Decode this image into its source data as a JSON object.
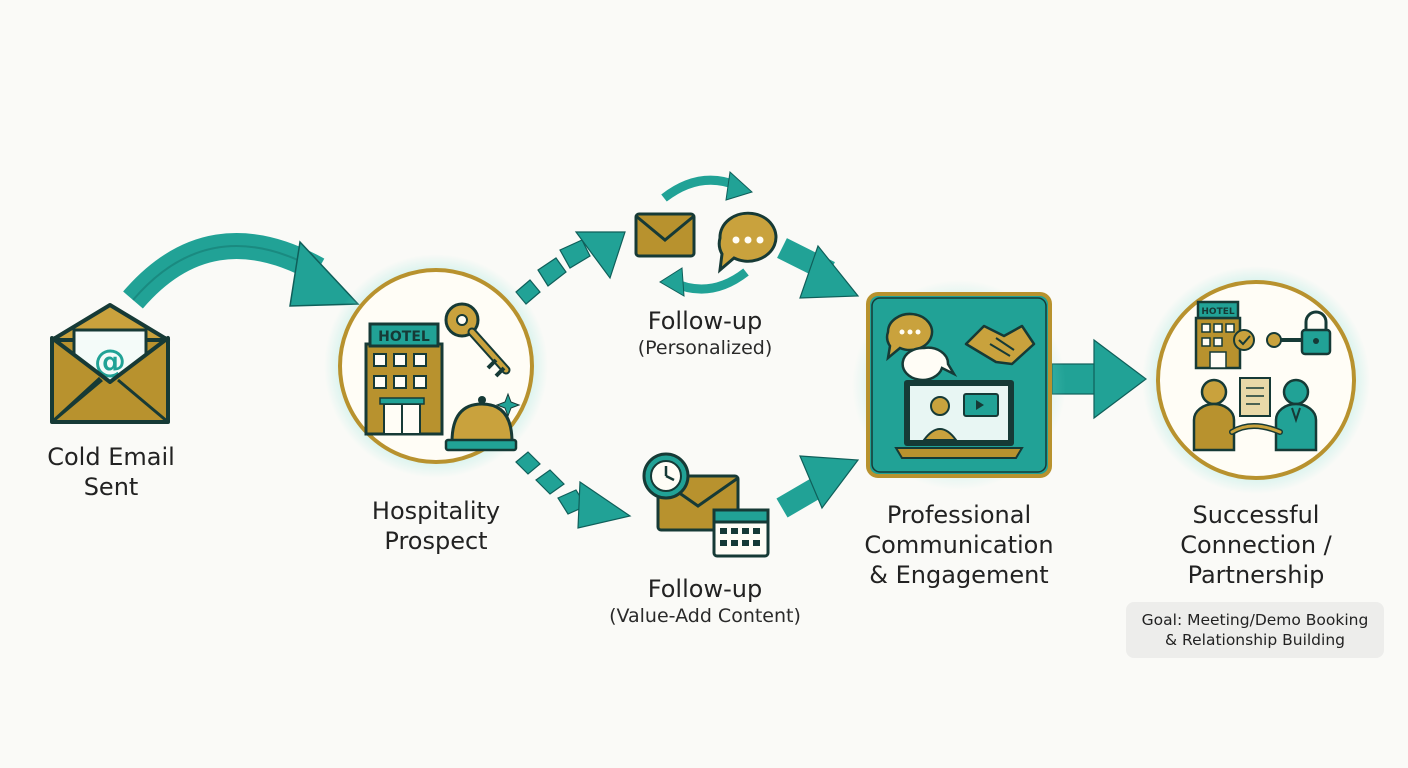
{
  "colors": {
    "teal": "#21a296",
    "teal_dark": "#0f5f5a",
    "gold": "#b8922e",
    "gold_light": "#d9b04f",
    "outline": "#163a36",
    "cream": "#fbf8ee"
  },
  "nodes": {
    "cold_email": {
      "line1": "Cold Email",
      "line2": "Sent",
      "icon": "envelope-at-icon",
      "at_symbol": "@"
    },
    "prospect": {
      "line1": "Hospitality",
      "line2": "Prospect",
      "icon": "hotel-icon",
      "sign": "HOTEL"
    },
    "followup_personalized": {
      "title": "Follow-up",
      "subtitle": "(Personalized)",
      "icon": "email-chat-cycle-icon"
    },
    "followup_value": {
      "title": "Follow-up",
      "subtitle": "(Value-Add Content)",
      "icon": "email-clock-calendar-icon"
    },
    "engagement": {
      "line1": "Professional",
      "line2": "Communication",
      "line3": "& Engagement",
      "icon": "communication-panel-icon"
    },
    "partnership": {
      "line1": "Successful",
      "line2": "Connection /",
      "line3": "Partnership",
      "icon": "partnership-icon",
      "sign": "HOTEL"
    }
  },
  "goal": {
    "line1": "Goal: Meeting/Demo Booking",
    "line2": "& Relationship Building"
  }
}
